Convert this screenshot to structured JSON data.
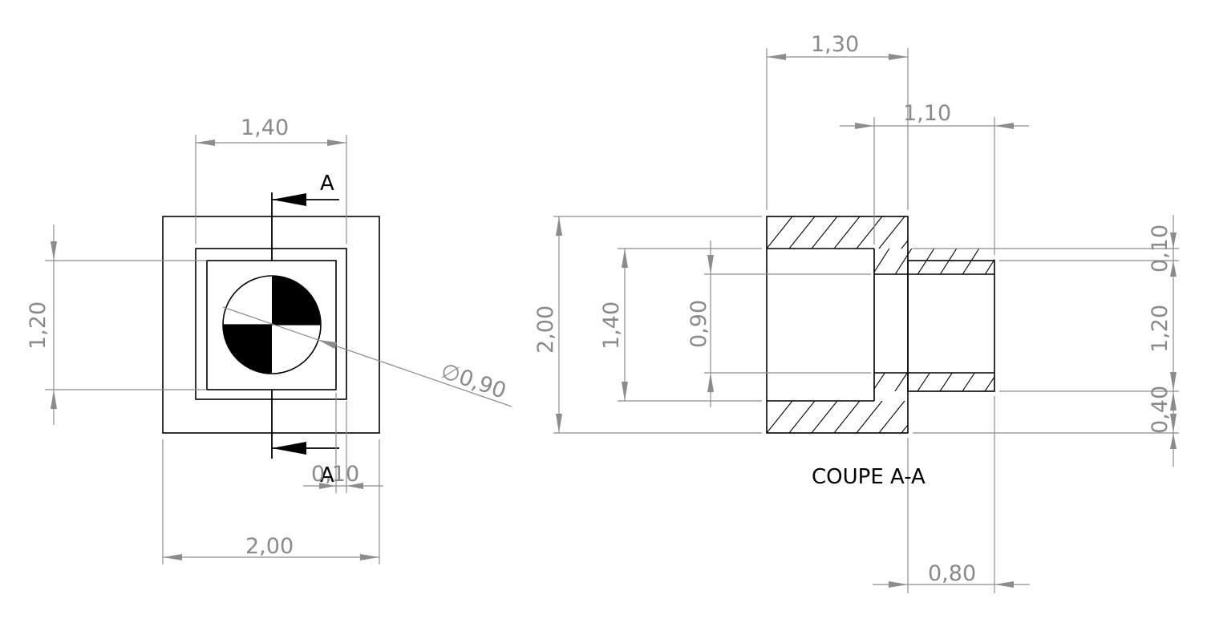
{
  "front_view": {
    "dims": {
      "top_width": "1,40",
      "left_height": "1,20",
      "bottom_width": "2,00",
      "small_gap": "0,10",
      "diameter": "0,90",
      "diameter_symbol": "∅"
    },
    "section_marks": {
      "top": "A",
      "bottom": "A"
    }
  },
  "section_view": {
    "title": "COUPE A-A",
    "dims": {
      "top_outer": "1,30",
      "top_inner": "1,10",
      "left_outer": "2,00",
      "left_mid": "1,40",
      "left_inner": "0,90",
      "right_top": "0,10",
      "right_mid": "1,20",
      "right_bottom": "0,40",
      "bottom": "0,80"
    }
  }
}
